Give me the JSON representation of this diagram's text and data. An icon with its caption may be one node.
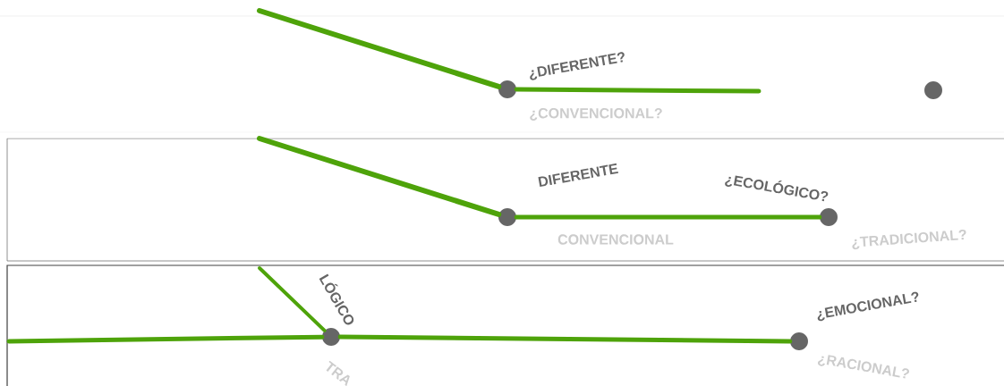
{
  "diagram": {
    "nodes": [
      {
        "text": [],
        "shape": "circle",
        "beside": [
          "¿DIFERENTE?",
          "¿CONVENCIONAL?"
        ]
      },
      {
        "text": [],
        "shape": "circle"
      },
      {
        "text": [],
        "shape": "circle",
        "beside": [
          "DIFERENTE",
          "CONVENCIONAL"
        ]
      },
      {
        "text": [],
        "shape": "circle",
        "beside": [
          "¿ECOLÓGICO?",
          "¿TRADICIONAL?"
        ]
      },
      {
        "text": [],
        "shape": "circle",
        "beside": [
          "LÓGICO",
          "TRA"
        ]
      },
      {
        "text": [],
        "shape": "circle",
        "beside": [
          "¿EMOCIONAL?",
          "¿RACIONAL?"
        ]
      }
    ],
    "edges": [
      {
        "from": null,
        "to": 0,
        "arrow": "none"
      },
      {
        "from": 0,
        "to": null,
        "arrow": "none"
      },
      {
        "from": null,
        "to": 2,
        "arrow": "none"
      },
      {
        "from": 2,
        "to": 3,
        "arrow": "none"
      },
      {
        "from": null,
        "to": 4,
        "arrow": "none"
      },
      {
        "from": null,
        "to": 4,
        "arrow": "none"
      },
      {
        "from": 4,
        "to": 5,
        "arrow": "none"
      }
    ]
  }
}
